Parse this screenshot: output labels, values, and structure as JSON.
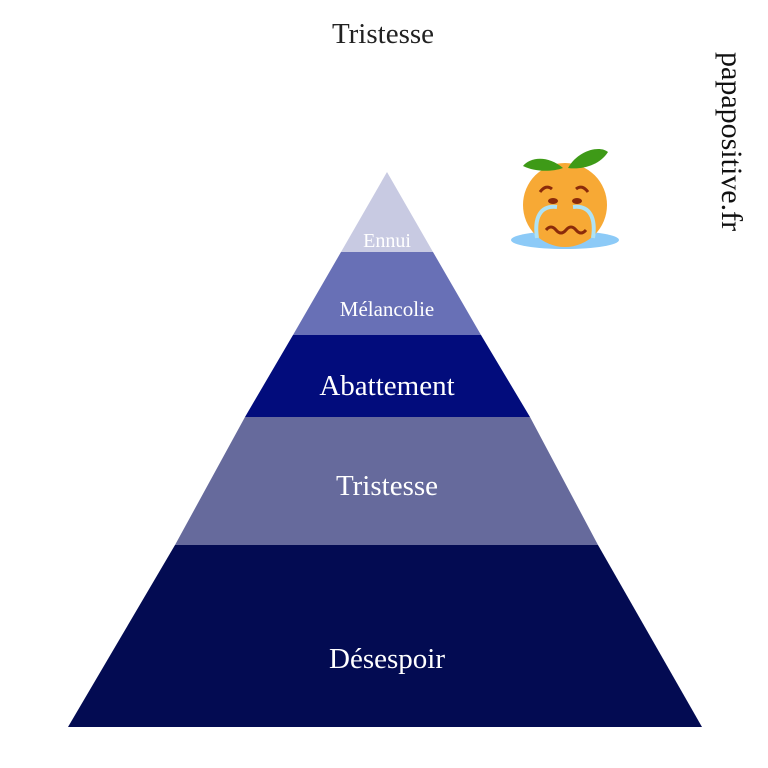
{
  "title": "Tristesse",
  "watermark": "papapositive.fr",
  "pyramid": {
    "levels": [
      {
        "label": "Ennui",
        "color": "#c8cae2",
        "text_color": "#111111"
      },
      {
        "label": "Mélancolie",
        "color": "#6870b6",
        "text_color": "#ffffff"
      },
      {
        "label": "Abattement",
        "color": "#020c7c",
        "text_color": "#ffffff"
      },
      {
        "label": "Tristesse",
        "color": "#666a9c",
        "text_color": "#ffffff"
      },
      {
        "label": "Désespoir",
        "color": "#030b52",
        "text_color": "#ffffff"
      }
    ]
  },
  "emoji": "crying-orange-icon"
}
